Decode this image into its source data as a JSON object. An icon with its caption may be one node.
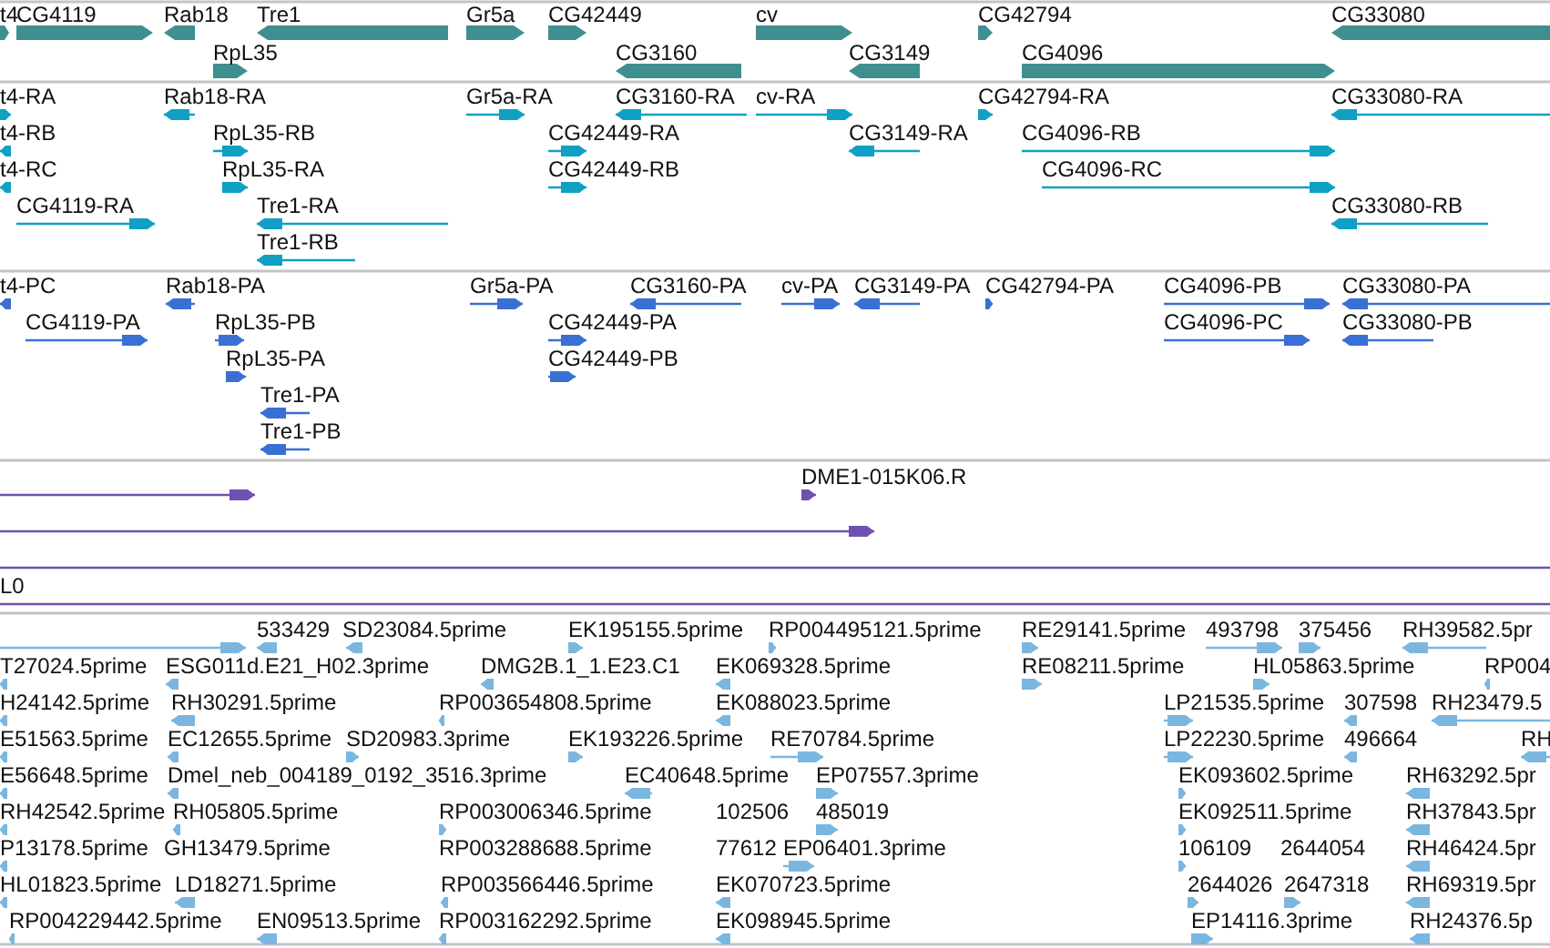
{
  "diagram": {
    "labels": [
      "t4",
      "CG4119",
      "Rab18",
      "Tre1",
      "Gr5a",
      "CG42449",
      "cv",
      "CG42794",
      "CG33080",
      "RpL35",
      "CG3160",
      "CG3149",
      "CG4096",
      "t4-RA",
      "Rab18-RA",
      "Gr5a-RA",
      "CG3160-RA",
      "cv-RA",
      "CG42794-RA",
      "CG33080-RA",
      "t4-RB",
      "RpL35-RB",
      "CG42449-RA",
      "CG3149-RA",
      "CG4096-RB",
      "t4-RC",
      "RpL35-RA",
      "CG42449-RB",
      "CG4096-RC",
      "CG4119-RA",
      "Tre1-RA",
      "CG33080-RB",
      "Tre1-RB",
      "t4-PC",
      "Rab18-PA",
      "Gr5a-PA",
      "CG3160-PA",
      "cv-PA",
      "CG3149-PA",
      "CG42794-PA",
      "CG4096-PB",
      "CG33080-PA",
      "CG4119-PA",
      "RpL35-PB",
      "CG42449-PA",
      "CG4096-PC",
      "CG33080-PB",
      "RpL35-PA",
      "CG42449-PB",
      "Tre1-PA",
      "Tre1-PB",
      "DME1-015K06.R",
      "L0",
      "533429",
      "SD23084.5prime",
      "EK195155.5prime",
      "RP004495121.5prime",
      "RE29141.5prime",
      "493798",
      "375456",
      "RH39582.5pr",
      "T27024.5prime",
      "ESG011d.E21_H02.3prime",
      "DMG2B.1_1.E23.C1",
      "EK069328.5prime",
      "RE08211.5prime",
      "HL05863.5prime",
      "RP004",
      "H24142.5prime",
      "RH30291.5prime",
      "RP003654808.5prime",
      "EK088023.5prime",
      "LP21535.5prime",
      "307598",
      "RH23479.5",
      "E51563.5prime",
      "EC12655.5prime",
      "SD20983.3prime",
      "EK193226.5prime",
      "RE70784.5prime",
      "LP22230.5prime",
      "496664",
      "RH",
      "E56648.5prime",
      "Dmel_neb_004189_0192_3516.3prime",
      "EC40648.5prime",
      "EP07557.3prime",
      "EK093602.5prime",
      "RH63292.5pr",
      "RH42542.5prime",
      "RH05805.5prime",
      "RP003006346.5prime",
      "102506",
      "485019",
      "EK092511.5prime",
      "RH37843.5pr",
      "P13178.5prime",
      "GH13479.5prime",
      "RP003288688.5prime",
      "77612",
      "EP06401.3prime",
      "106109",
      "2644054",
      "RH46424.5pr",
      "HL01823.5prime",
      "LD18271.5prime",
      "RP003566446.5prime",
      "EK070723.5prime",
      "2644026",
      "2647318",
      "RH69319.5pr",
      "RP004229442.5prime",
      "EN09513.5prime",
      "RP003162292.5prime",
      "EK098945.5prime",
      "EP14116.3prime",
      "RH24376.5p"
    ]
  }
}
